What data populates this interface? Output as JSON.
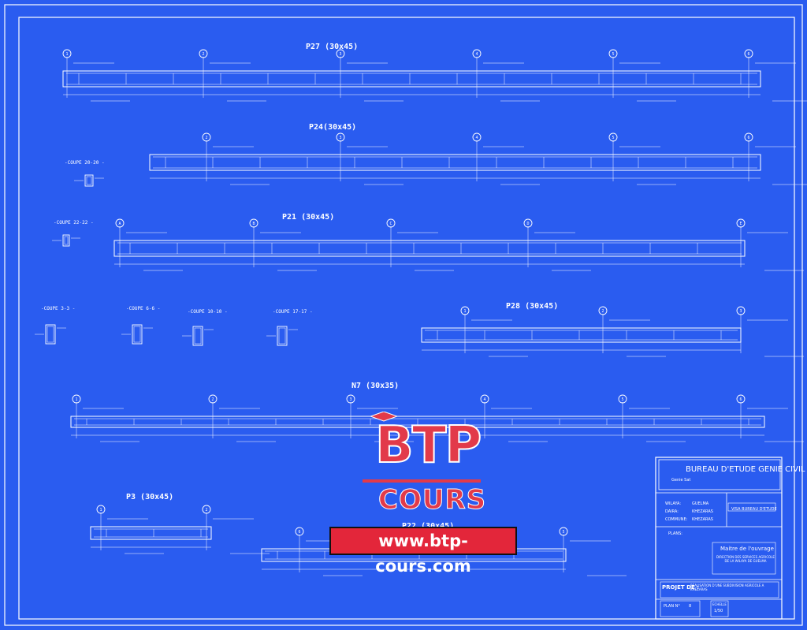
{
  "beams": [
    {
      "id": "p27",
      "title": "P27 (30x45)"
    },
    {
      "id": "p24",
      "title": "P24(30x45)"
    },
    {
      "id": "p21",
      "title": "P21 (30x45)"
    },
    {
      "id": "p28",
      "title": "P28 (30x45)"
    },
    {
      "id": "n7",
      "title": "N7 (30x35)"
    },
    {
      "id": "p3",
      "title": "P3 (30x45)"
    },
    {
      "id": "p22",
      "title": "P22 (30x45)"
    }
  ],
  "axis_labels": [
    "1",
    "2",
    "3",
    "4",
    "5",
    "6",
    "A",
    "B",
    "C",
    "D",
    "E"
  ],
  "sections": [
    {
      "id": "coupe-20-20",
      "title": "-COUPE 20-20 -"
    },
    {
      "id": "coupe-22-22",
      "title": "-COUPE 22-22 -"
    },
    {
      "id": "coupe-3-3",
      "title": "-COUPE 3-3 -"
    },
    {
      "id": "coupe-6-6",
      "title": "-COUPE 6-6 -"
    },
    {
      "id": "coupe-10-10",
      "title": "-COUPE 10-10 -"
    },
    {
      "id": "coupe-17-17",
      "title": "-COUPE 17-17 -"
    }
  ],
  "title_block": {
    "office": "BUREAU D'ETUDE GENIE CIVIL",
    "brand": "Genie Sat",
    "wilaya_label": "WILAYA:",
    "wilaya_value": "GUELMA",
    "daira_label": "DAIRA:",
    "daira_value": "KHEZARAS",
    "commune_label": "COMMUNE:",
    "commune_value": "KHEZARAS",
    "visa_label": "VISA BUREAU D'ETUDE",
    "plans_label": "PLANS:",
    "owner_label": "Maitre de l'ouvrage",
    "owner_value": "DIRECTION DES SERVICES AGRICOLE DE LA WILAYA DE GUELMA",
    "project_label": "PROJET DE :",
    "project_value": "REALISATION D'UNE SUBDIVISION AGRICOLE A KHEZARAS",
    "plan_no_label": "PLAN N°",
    "plan_no_value": "8",
    "scale_label": "ECHELLE",
    "scale_value": "1/50"
  },
  "watermark": {
    "logo_text": "BTP",
    "subtitle": "COURS",
    "url": "www.btp-cours.com"
  },
  "colors": {
    "background": "#2a5cf0",
    "lines": "#ffffff",
    "accent": "#e3263a"
  }
}
